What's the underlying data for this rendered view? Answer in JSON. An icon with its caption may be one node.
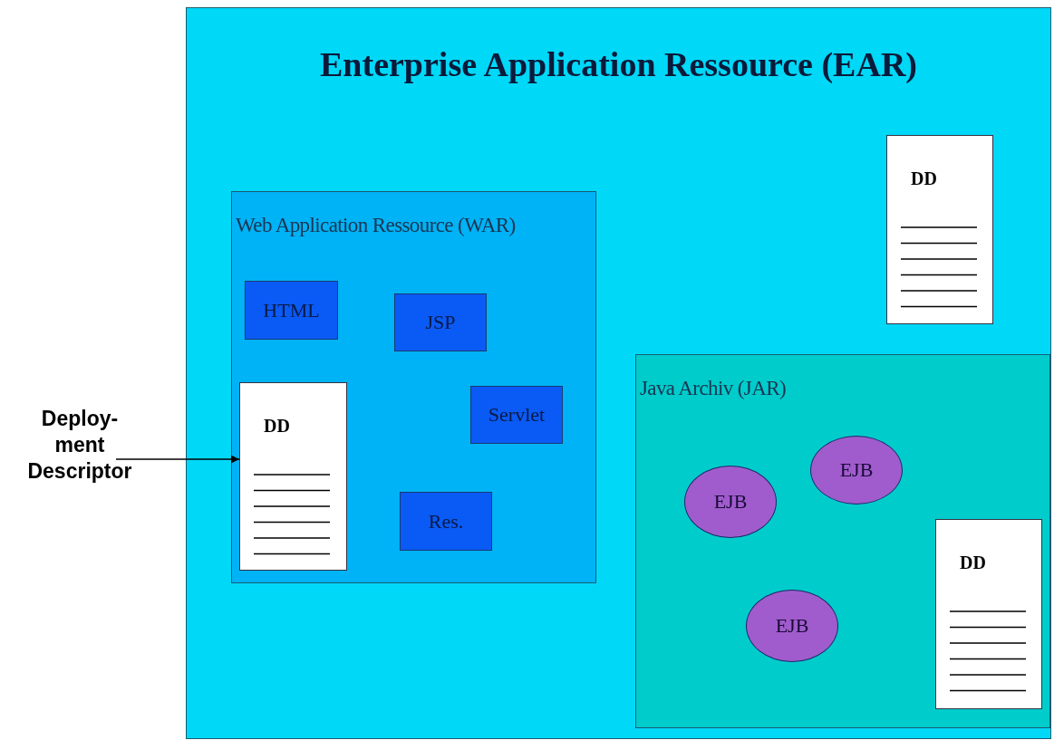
{
  "diagram": {
    "nodes": [
      {
        "text": [
          "Enterprise Application Ressource (EAR)"
        ]
      },
      {
        "text": [
          "DD"
        ],
        "in": 0
      },
      {
        "text": [
          "Web Application Ressource (WAR)"
        ],
        "in": 0
      },
      {
        "text": [
          "HTML"
        ],
        "in": 2
      },
      {
        "text": [
          "JSP"
        ],
        "in": 2
      },
      {
        "text": [
          "Servlet"
        ],
        "in": 2
      },
      {
        "text": [
          "DD"
        ],
        "in": 2
      },
      {
        "text": [
          "Res."
        ],
        "in": 2
      },
      {
        "text": [
          "Java Archiv (JAR)"
        ],
        "in": 0
      },
      {
        "text": [
          "EJB"
        ],
        "in": 8
      },
      {
        "text": [
          "EJB"
        ],
        "in": 8
      },
      {
        "text": [
          "EJB"
        ],
        "in": 8
      },
      {
        "text": [
          "DD"
        ],
        "in": 8
      },
      {
        "text": [
          "Deploy- ment Descriptor"
        ]
      }
    ],
    "edges": [
      {
        "from": 13,
        "to": 6,
        "arrow": "to"
      }
    ]
  }
}
